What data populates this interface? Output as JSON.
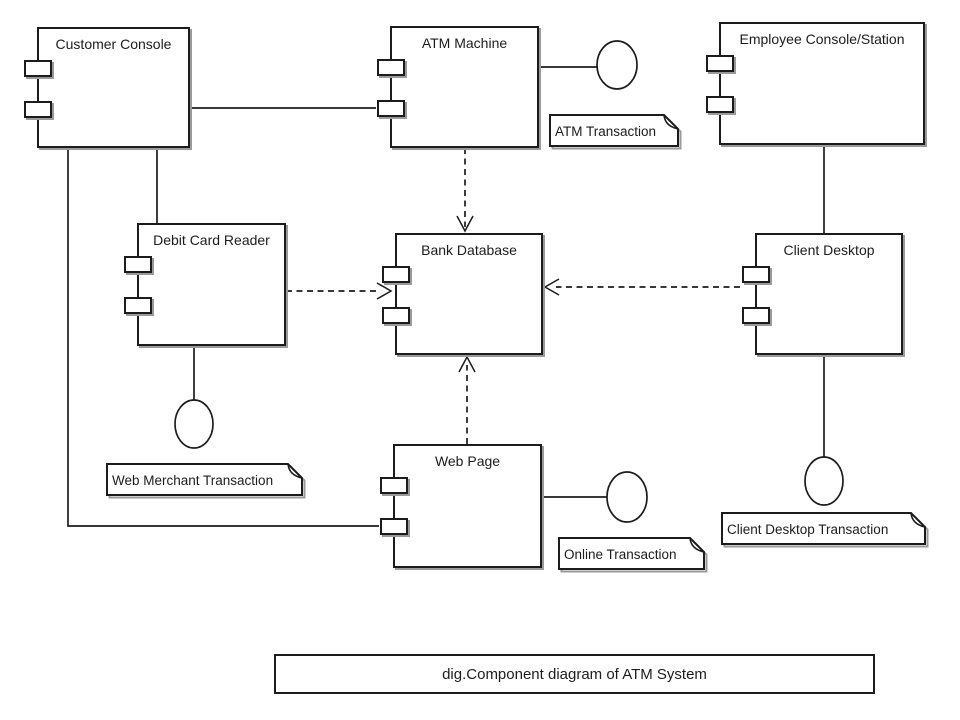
{
  "diagram": {
    "caption": "dig.Component diagram of ATM System",
    "components": {
      "customer_console": {
        "label": "Customer Console"
      },
      "atm_machine": {
        "label": "ATM Machine"
      },
      "employee_console": {
        "label": "Employee Console/Station"
      },
      "debit_card_reader": {
        "label": "Debit Card Reader"
      },
      "bank_database": {
        "label": "Bank Database"
      },
      "client_desktop": {
        "label": "Client Desktop"
      },
      "web_page": {
        "label": "Web Page"
      }
    },
    "notes": {
      "atm_transaction": {
        "label": "ATM Transaction"
      },
      "web_merchant_transaction": {
        "label": "Web Merchant Transaction"
      },
      "online_transaction": {
        "label": "Online Transaction"
      },
      "client_desktop_transaction": {
        "label": "Client Desktop Transaction"
      }
    },
    "colors": {
      "line": "#1c1c1c",
      "background": "#ffffff",
      "shadow": "#9a9a9a",
      "shape_fill": "#ffffff"
    }
  }
}
